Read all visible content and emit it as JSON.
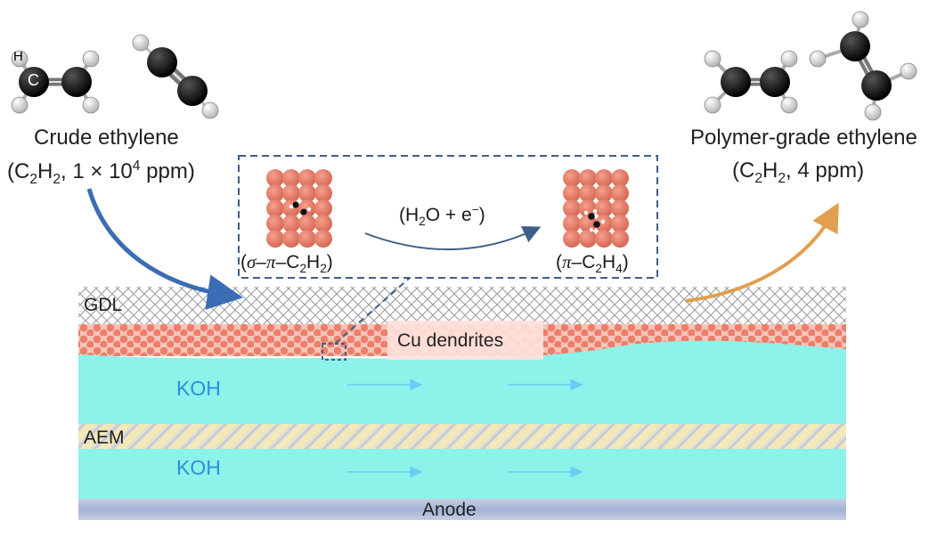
{
  "left_label": {
    "title": "Crude ethylene",
    "conc_prefix": "(C",
    "sub1": "2",
    "mid": "H",
    "sub2": "2",
    "conc_value": ", 1 × 10",
    "sup": "4",
    "conc_unit": " ppm)"
  },
  "right_label": {
    "title": "Polymer-grade ethylene",
    "conc_prefix": "(C",
    "sub1": "2",
    "mid": "H",
    "sub2": "2",
    "conc_rest": ", 4 ppm)"
  },
  "atom_labels": {
    "h": "H",
    "c": "C"
  },
  "inset": {
    "reaction_pre": "(H",
    "reaction_sub": "2",
    "reaction_mid": "O + e",
    "reaction_sup": "−",
    "reaction_post": ")",
    "left_state": {
      "pre": "(",
      "sigma": "σ",
      "dash1": "–",
      "pi": "π",
      "dash2": "–C",
      "s1": "2",
      "h": "H",
      "s2": "2",
      "post": ")"
    },
    "right_state": {
      "pre": "(",
      "pi": "π",
      "dash": "–C",
      "s1": "2",
      "h": "H",
      "s2": "4",
      "post": ")"
    }
  },
  "layers": {
    "gdl": "GDL",
    "cu": "Cu dendrites",
    "koh_top": "KOH",
    "aem": "AEM",
    "koh_bottom": "KOH",
    "anode": "Anode"
  },
  "colors": {
    "blue_arrow": "#3a6db3",
    "orange_arrow": "#e0a050",
    "copper": "#ec7f6b",
    "electrolyte": "#8cf2ea",
    "inset_border": "#3f5f86"
  }
}
